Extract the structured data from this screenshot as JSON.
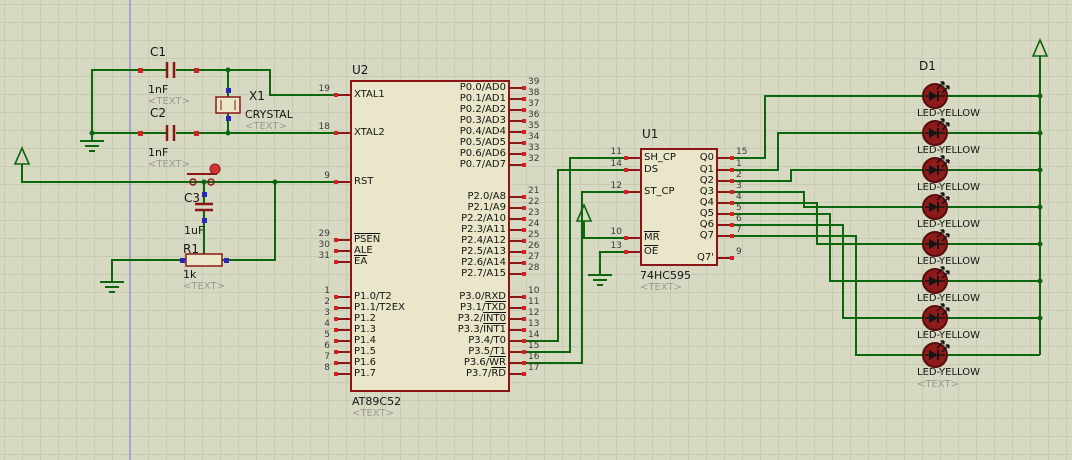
{
  "components": {
    "c1": {
      "ref": "C1",
      "value": "1nF",
      "hidden_label": "<TEXT>"
    },
    "c2": {
      "ref": "C2",
      "value": "1nF",
      "hidden_label": "<TEXT>"
    },
    "x1": {
      "ref": "X1",
      "value": "CRYSTAL",
      "hidden_label": "<TEXT>"
    },
    "c3": {
      "ref": "C3",
      "value": "1uF"
    },
    "r1": {
      "ref": "R1",
      "value": "1k",
      "hidden_label": "<TEXT>"
    },
    "u2": {
      "ref": "U2",
      "value": "AT89C52",
      "hidden_label": "<TEXT>",
      "left_groups": [
        {
          "pins": [
            {
              "num": "19",
              "name": "XTAL1"
            }
          ]
        },
        {
          "pins": [
            {
              "num": "18",
              "name": "XTAL2"
            }
          ]
        },
        {
          "pins": [
            {
              "num": "9",
              "name": "RST"
            }
          ]
        },
        {
          "pins": [
            {
              "num": "29",
              "name": "PSEN",
              "ov": true
            },
            {
              "num": "30",
              "name": "ALE"
            },
            {
              "num": "31",
              "name": "EA",
              "ov": true
            }
          ]
        },
        {
          "pins": [
            {
              "num": "1",
              "name": "P1.0/T2"
            },
            {
              "num": "2",
              "name": "P1.1/T2EX"
            },
            {
              "num": "3",
              "name": "P1.2"
            },
            {
              "num": "4",
              "name": "P1.3"
            },
            {
              "num": "5",
              "name": "P1.4"
            },
            {
              "num": "6",
              "name": "P1.5"
            },
            {
              "num": "7",
              "name": "P1.6"
            },
            {
              "num": "8",
              "name": "P1.7"
            }
          ]
        }
      ],
      "right_groups": [
        {
          "pins": [
            {
              "num": "39",
              "name": "P0.0/AD0"
            },
            {
              "num": "38",
              "name": "P0.1/AD1"
            },
            {
              "num": "37",
              "name": "P0.2/AD2"
            },
            {
              "num": "36",
              "name": "P0.3/AD3"
            },
            {
              "num": "35",
              "name": "P0.4/AD4"
            },
            {
              "num": "34",
              "name": "P0.5/AD5"
            },
            {
              "num": "33",
              "name": "P0.6/AD6"
            },
            {
              "num": "32",
              "name": "P0.7/AD7"
            }
          ]
        },
        {
          "pins": [
            {
              "num": "21",
              "name": "P2.0/A8"
            },
            {
              "num": "22",
              "name": "P2.1/A9"
            },
            {
              "num": "23",
              "name": "P2.2/A10"
            },
            {
              "num": "24",
              "name": "P2.3/A11"
            },
            {
              "num": "25",
              "name": "P2.4/A12"
            },
            {
              "num": "26",
              "name": "P2.5/A13"
            },
            {
              "num": "27",
              "name": "P2.6/A14"
            },
            {
              "num": "28",
              "name": "P2.7/A15"
            }
          ]
        },
        {
          "pins": [
            {
              "num": "10",
              "name": "P3.0/RXD"
            },
            {
              "num": "11",
              "name": "P3.1/",
              "ovp": "TXD"
            },
            {
              "num": "12",
              "name": "P3.2/",
              "ovp": "INT0"
            },
            {
              "num": "13",
              "name": "P3.3/",
              "ovp": "INT1"
            },
            {
              "num": "14",
              "name": "P3.4/T0"
            },
            {
              "num": "15",
              "name": "P3.5/T1"
            },
            {
              "num": "16",
              "name": "P3.6/",
              "ovp": "WR"
            },
            {
              "num": "17",
              "name": "P3.7/",
              "ovp": "RD"
            }
          ]
        }
      ]
    },
    "u1": {
      "ref": "U1",
      "value": "74HC595",
      "hidden_label": "<TEXT>",
      "left_groups": [
        {
          "pins": [
            {
              "num": "11",
              "name": "SH_CP"
            }
          ]
        },
        {
          "pins": [
            {
              "num": "14",
              "name": "DS"
            }
          ]
        },
        {
          "pins": [
            {
              "num": "12",
              "name": "ST_CP"
            }
          ]
        },
        {
          "pins": [
            {
              "num": "10",
              "name": "MR",
              "ov": true
            },
            {
              "num": "13",
              "name": "OE",
              "ov": true
            }
          ]
        }
      ],
      "right_groups": [
        {
          "pins": [
            {
              "num": "15",
              "name": "Q0"
            },
            {
              "num": "1",
              "name": "Q1"
            },
            {
              "num": "2",
              "name": "Q2"
            },
            {
              "num": "3",
              "name": "Q3"
            },
            {
              "num": "4",
              "name": "Q4"
            },
            {
              "num": "5",
              "name": "Q5"
            },
            {
              "num": "6",
              "name": "Q6"
            },
            {
              "num": "7",
              "name": "Q7"
            }
          ]
        },
        {
          "pins": [
            {
              "num": "9",
              "name": "Q7'"
            }
          ]
        }
      ]
    },
    "d1": {
      "ref": "D1",
      "led_label": "LED-YELLOW",
      "count": 8,
      "hidden_label": "<TEXT>"
    }
  },
  "colors": {
    "background": "#d8d9c3",
    "grid": "#c9cab2",
    "wire": "#0c670c",
    "component_outline": "#8c1616",
    "component_fill": "#e9e6c9",
    "pin_square": "#d42020",
    "marker_blue": "#2727c0",
    "hidden_text": "#9b9b8b",
    "led_body": "#8e1a1a",
    "sheet_border": "#7b7bd0"
  }
}
